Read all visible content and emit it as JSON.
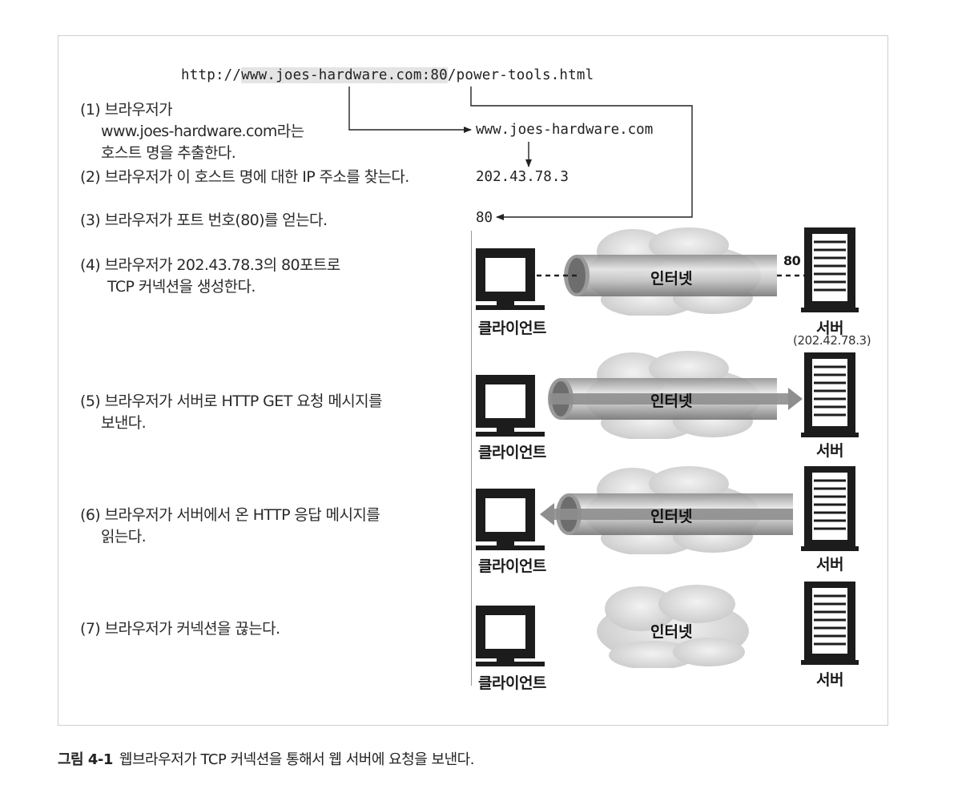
{
  "url": {
    "prefix": "http://",
    "host": "www.joes-hardware.com",
    "colon": ":",
    "port": "80",
    "path": "/power-tools.html"
  },
  "extracted": {
    "host": "www.joes-hardware.com",
    "ip": "202.43.78.3",
    "port": "80"
  },
  "steps": [
    {
      "num": "(1)",
      "lines": [
        "브라우저가",
        "www.joes-hardware.com라는",
        "호스트 명을 추출한다."
      ]
    },
    {
      "num": "(2)",
      "lines": [
        "브라우저가 이 호스트 명에 대한 IP 주소를 찾는다."
      ]
    },
    {
      "num": "(3)",
      "lines": [
        "브라우저가 포트 번호(80)를 얻는다."
      ]
    },
    {
      "num": "(4)",
      "lines": [
        "브라우저가 202.43.78.3의 80포트로",
        "TCP 커넥션을 생성한다."
      ]
    },
    {
      "num": "(5)",
      "lines": [
        "브라우저가 서버로 HTTP GET 요청 메시지를",
        "보낸다."
      ]
    },
    {
      "num": "(6)",
      "lines": [
        "브라우저가 서버에서 온 HTTP 응답 메시지를",
        "읽는다."
      ]
    },
    {
      "num": "(7)",
      "lines": [
        "브라우저가 커넥션을 끊는다."
      ]
    }
  ],
  "labels": {
    "client": "클라이언트",
    "server": "서버",
    "internet": "인터넷",
    "port": "80",
    "server_ip": "(202.42.78.3)"
  },
  "caption": {
    "figure": "그림 4-1",
    "text": "웹브라우저가 TCP 커넥션을 통해서 웹 서버에 요청을 보낸다."
  }
}
